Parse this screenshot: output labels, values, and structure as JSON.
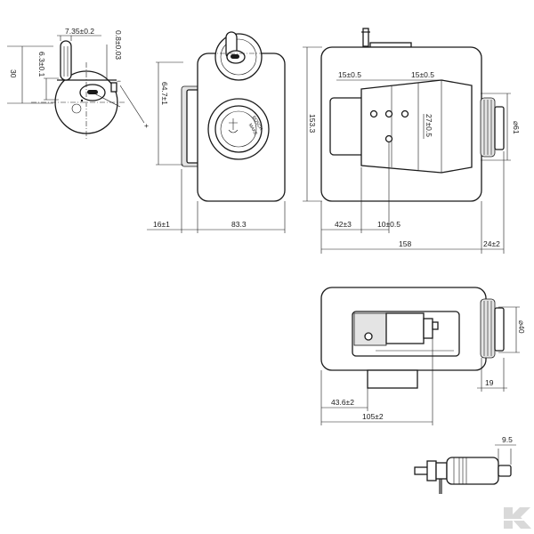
{
  "dimensions": {
    "d_7_35": "7.35±0.2",
    "d_0_8": "0.8±0.03",
    "d_6_3": "6.3±0.1",
    "d_30": "30",
    "d_64_7": "64.7±1",
    "d_16": "16±1",
    "d_83_3": "83.3",
    "d_15_left": "15±0.5",
    "d_15_right": "15±0.5",
    "d_27": "27±0.5",
    "d_153_3": "153.3",
    "d_dia61": "⌀61",
    "d_42": "42±3",
    "d_10": "10±0.5",
    "d_158": "158",
    "d_24": "24±2",
    "d_dia40": "⌀40",
    "d_19": "19",
    "d_43_6": "43.6±2",
    "d_105": "105±2",
    "d_9_5": "9.5"
  },
  "cap_text": {
    "line1": "BOSCH",
    "line2": "MAKE"
  },
  "watermark": "K"
}
